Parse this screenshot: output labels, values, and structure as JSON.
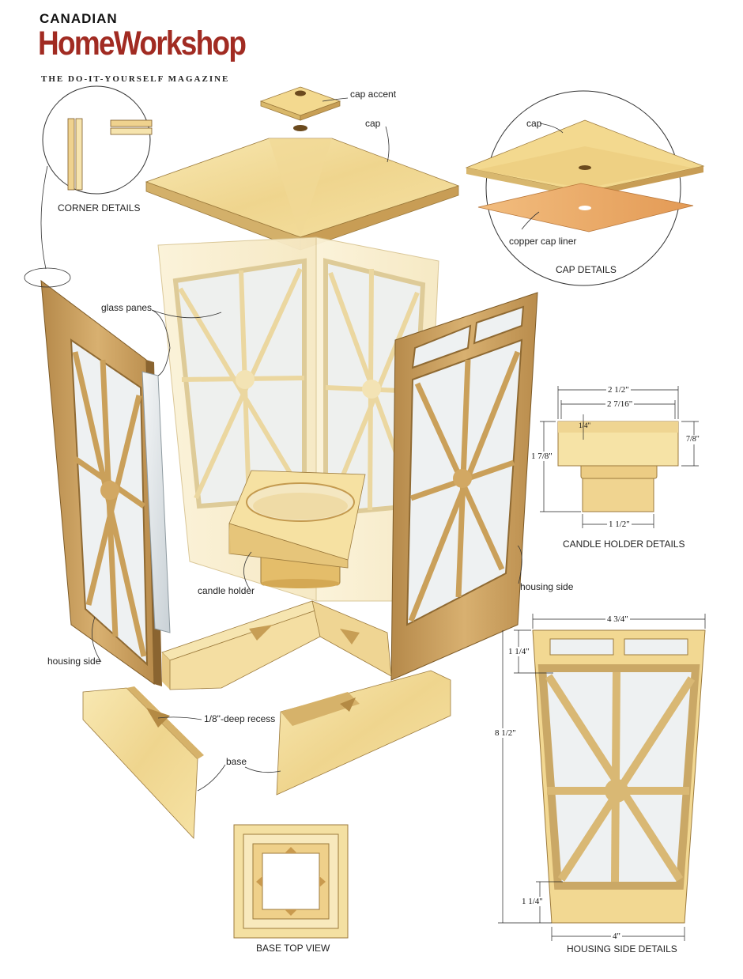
{
  "brand": {
    "line1": "CANADIAN",
    "line2": "HomeWorkshop",
    "tagline": "THE DO-IT-YOURSELF MAGAZINE",
    "color": "#a12b22"
  },
  "labels": {
    "cap_accent": "cap accent",
    "cap": "cap",
    "glass_panes": "glass panes",
    "candle_holder": "candle holder",
    "housing_side_right": "housing side",
    "housing_side_left": "housing side",
    "recess": "1/8\"-deep recess",
    "base": "base"
  },
  "details": {
    "corner": {
      "title": "CORNER DETAILS"
    },
    "cap": {
      "title": "CAP DETAILS",
      "cap_label": "cap",
      "liner_label": "copper cap liner"
    },
    "candle_holder": {
      "title": "CANDLE HOLDER DETAILS",
      "dim_top_outer": "2 1/2\"",
      "dim_top_inner": "2 7/16\"",
      "dim_recess": "1/4\"",
      "dim_height": "1 7/8\"",
      "dim_top_height": "7/8\"",
      "dim_base_width": "1 1/2\""
    },
    "housing_side": {
      "title": "HOUSING SIDE DETAILS",
      "dim_top_width": "4 3/4\"",
      "dim_top_rail": "1 1/4\"",
      "dim_height": "8 1/2\"",
      "dim_bottom_rail": "1 1/4\"",
      "dim_bottom_width": "4\""
    },
    "base_top_view": {
      "title": "BASE TOP VIEW"
    }
  },
  "colors": {
    "wood_light": "#f6e3a6",
    "wood_mid": "#e8c77c",
    "wood_dark": "#c99a4e",
    "copper": "#e7a866",
    "glass": "#e6ecef"
  }
}
